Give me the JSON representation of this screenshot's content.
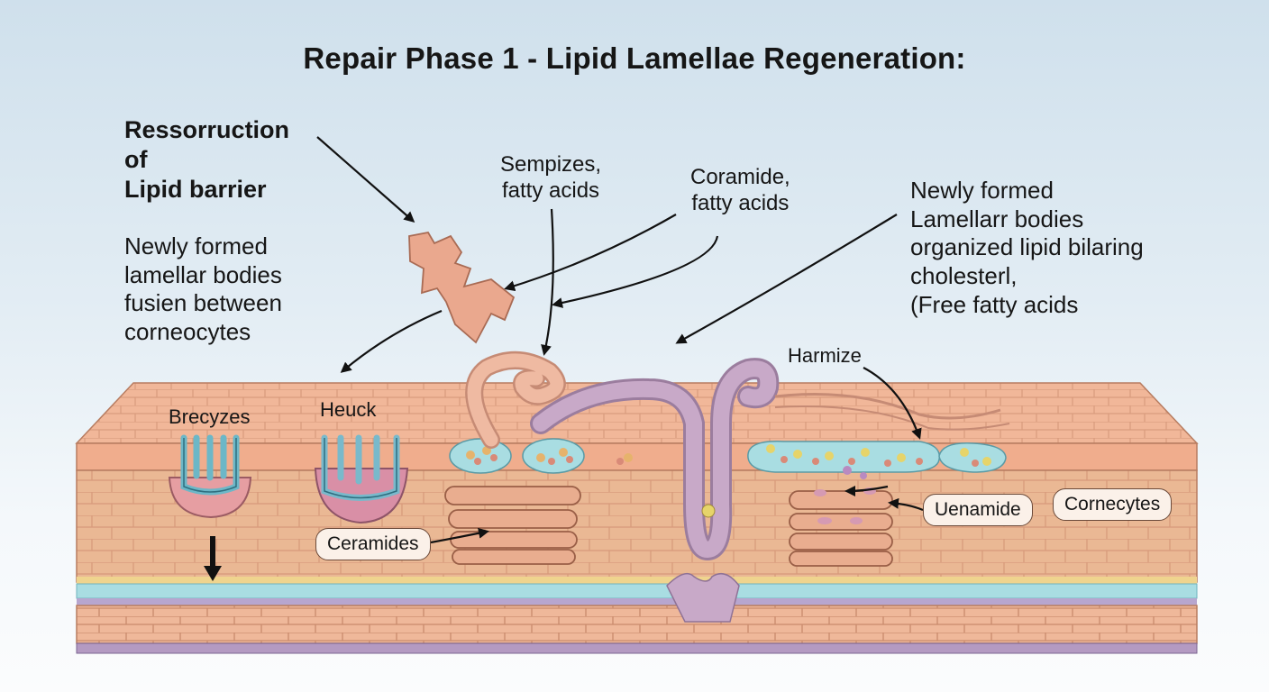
{
  "title": "Repair Phase 1 - Lipid Lamellae Regeneration:",
  "labels": {
    "top_left_heading": [
      "Ressorruction",
      "of",
      "Lipid barrier"
    ],
    "top_left_desc": [
      "Newly formed",
      "lamellar bodies",
      "fusien between",
      "corneocytes"
    ],
    "center_left": [
      "Sempizes,",
      "fatty acids"
    ],
    "center_right": [
      "Coramide,",
      "fatty acids"
    ],
    "top_right": [
      "Newly formed",
      "Lamellarr bodies",
      "organized lipid bilaring",
      "cholesterl,",
      "(Free fatty acids"
    ],
    "brecyzes": "Brecyzes",
    "heuck": "Heuck",
    "harmize": "Harmize",
    "ceramides": "Ceramides",
    "uenamide": "Uenamide",
    "cornecytes": "Cornecytes"
  },
  "colors": {
    "skin_top": "#f2b597",
    "skin_mid": "#eab894",
    "skin_line": "#c98a6c",
    "cyan_band": "#a9dde2",
    "purple_band": "#b49ac2",
    "vessel": "#b49fc7",
    "lamella": "#e9ad8f"
  }
}
